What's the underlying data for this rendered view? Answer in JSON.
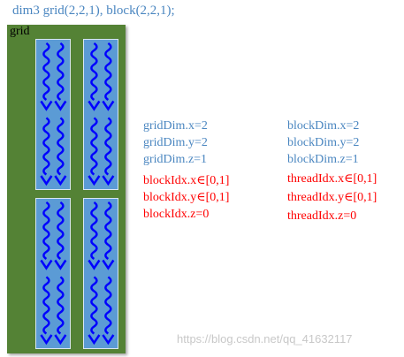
{
  "header": {
    "code": "dim3 grid(2,2,1), block(2,2,1);"
  },
  "grid": {
    "label": "grid",
    "background": "#548235",
    "block_color": "#5b9bd5",
    "thread_color": "#0000ff"
  },
  "grid_info": {
    "gridDim_x": "gridDim.x=2",
    "gridDim_y": "gridDim.y=2",
    "gridDim_z": "gridDim.z=1",
    "blockIdx_x": "blockIdx.x∈[0,1]",
    "blockIdx_y": "blockIdx.y∈[0,1]",
    "blockIdx_z": "blockIdx.z=0"
  },
  "block_info": {
    "blockDim_x": "blockDim.x=2",
    "blockDim_y": "blockDim.y=2",
    "blockDim_z": "blockDim.z=1",
    "threadIdx_x": "threadIdx.x∈[0,1]",
    "threadIdx_y": "threadIdx.y∈[0,1]",
    "threadIdx_z": "threadIdx.z=0"
  },
  "watermark": "https://blog.csdn.net/qq_41632117"
}
